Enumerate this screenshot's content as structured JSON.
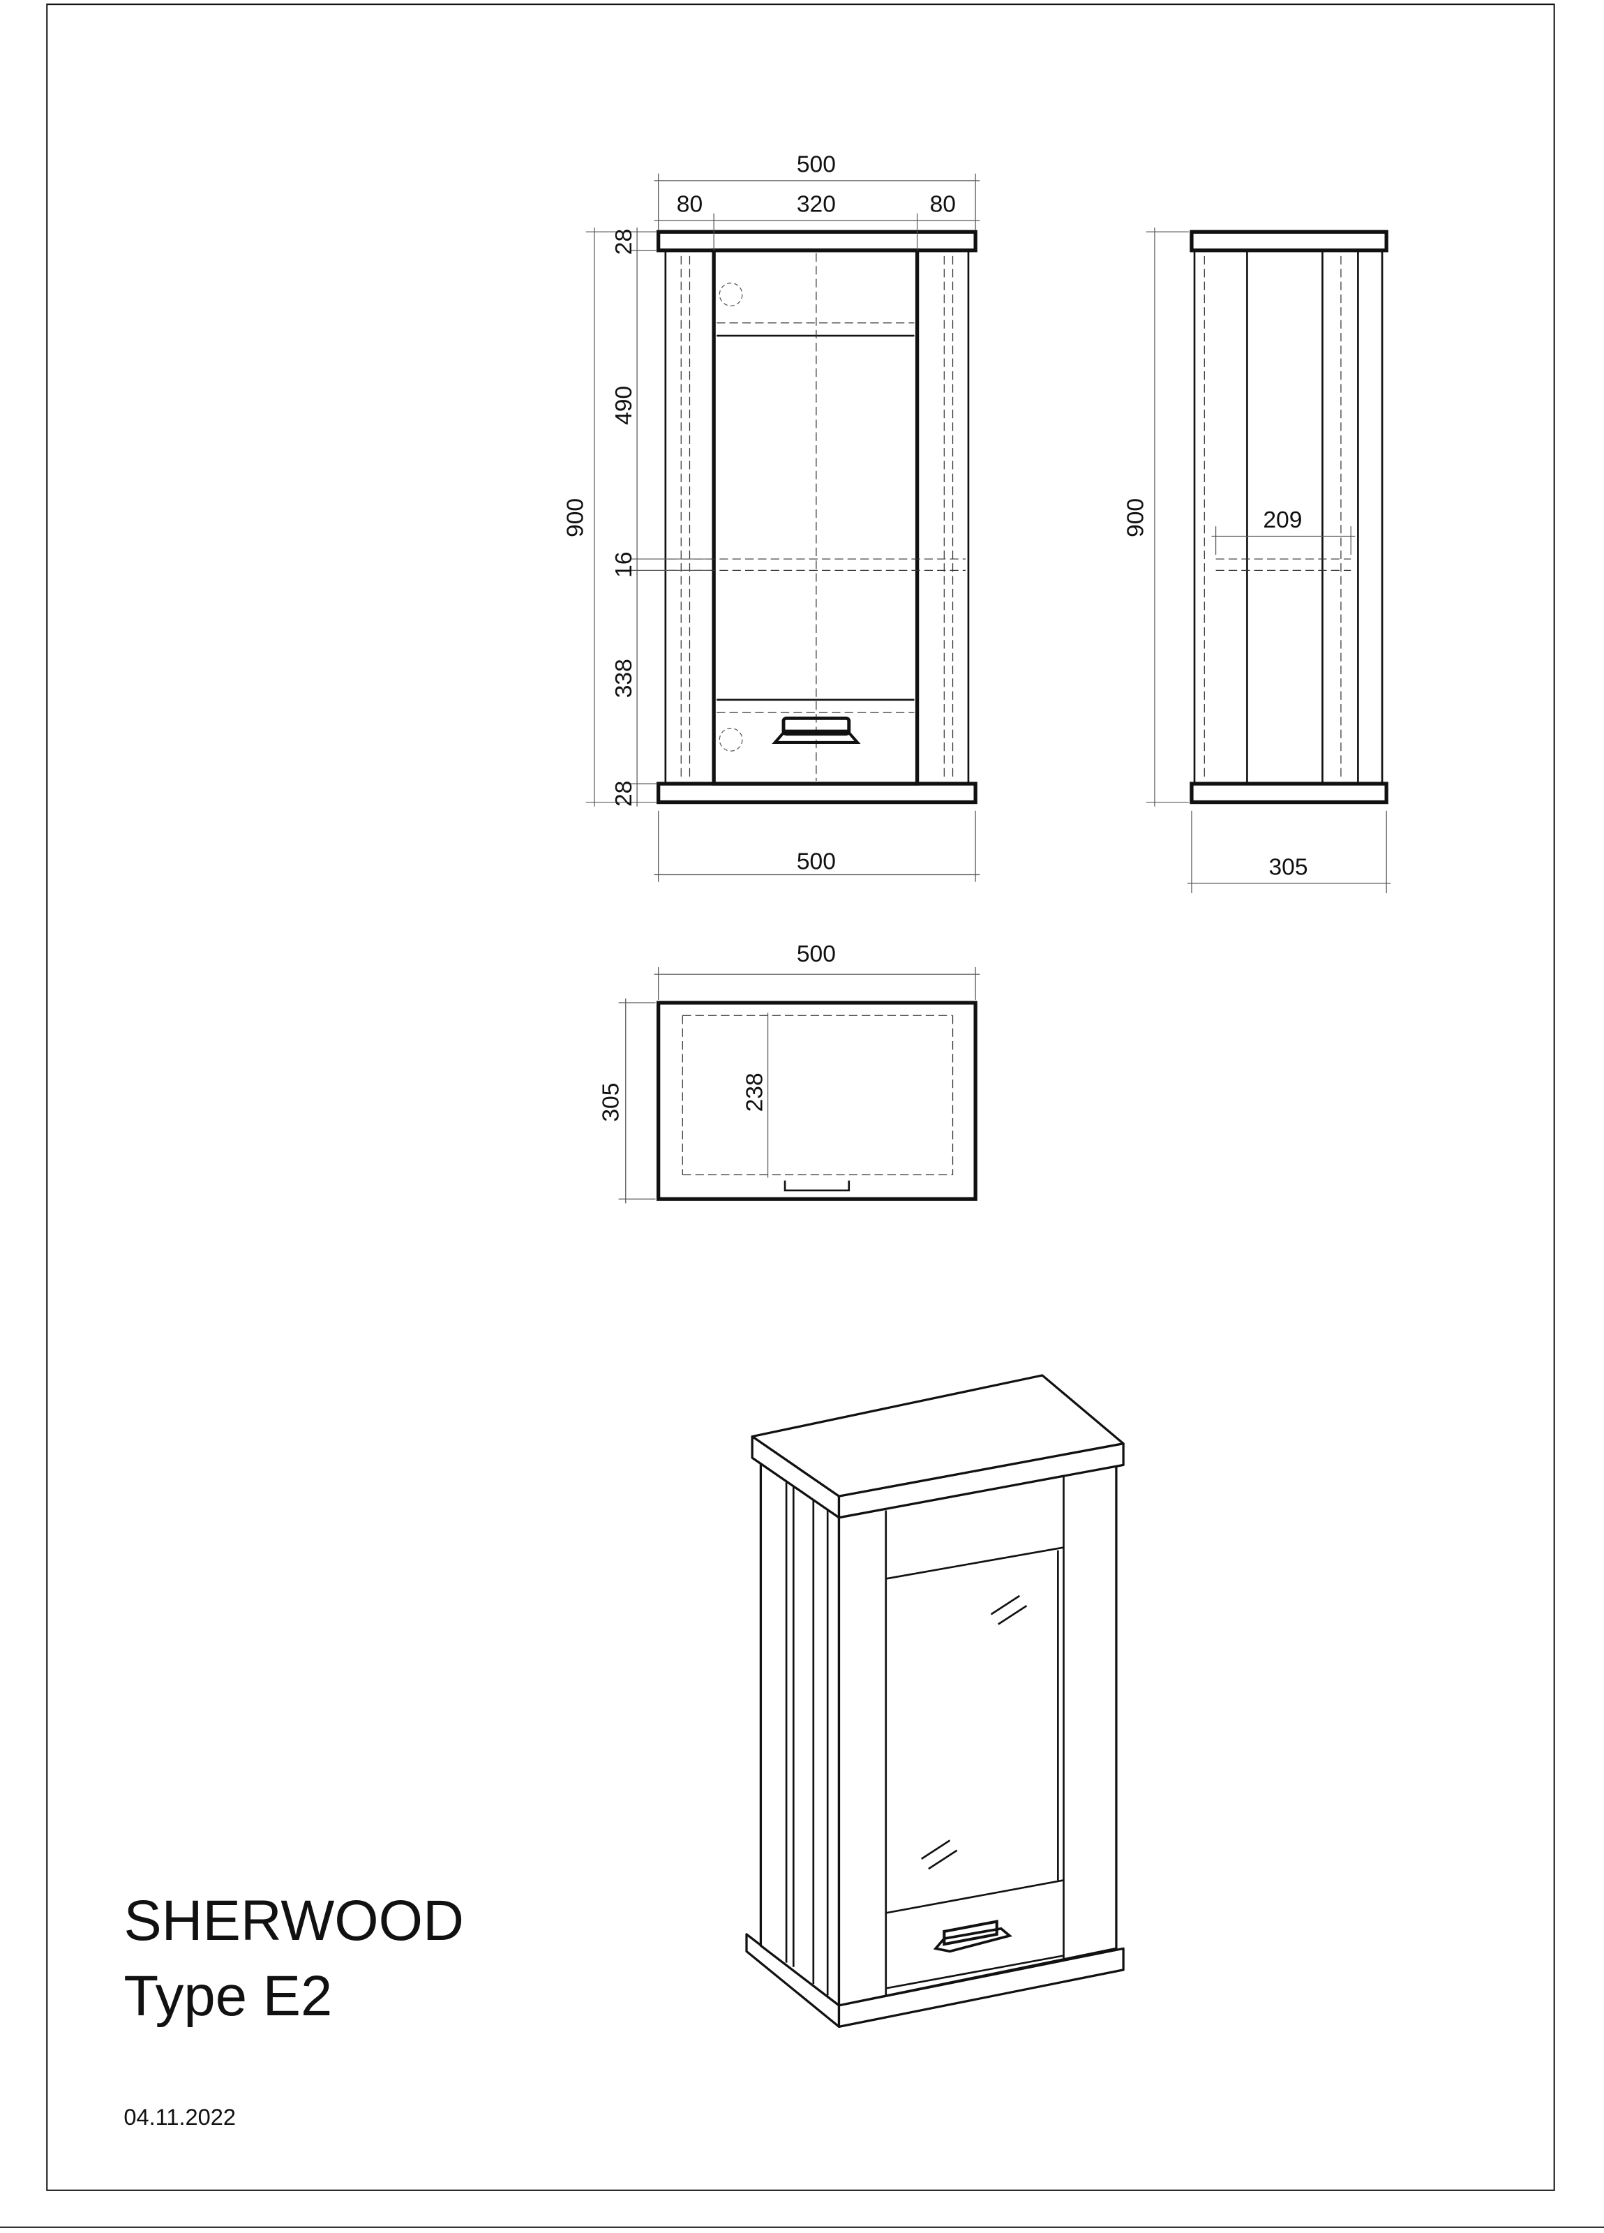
{
  "product": {
    "name": "SHERWOOD",
    "type": "Type E2"
  },
  "date": "04.11.2022",
  "front_view": {
    "overall_width": "500",
    "stile_left": "80",
    "door_width": "320",
    "stile_right": "80",
    "top_thickness": "28",
    "upper_height": "490",
    "overall_height": "900",
    "shelf_thickness": "16",
    "lower_height": "338",
    "bottom_thickness": "28",
    "bottom_width": "500"
  },
  "side_view": {
    "overall_height": "900",
    "inner_depth": "209",
    "overall_depth": "305"
  },
  "top_view": {
    "overall_width": "500",
    "overall_depth": "305",
    "inner_depth": "238"
  },
  "colors": {
    "ink": "#111111",
    "paper": "#ffffff"
  }
}
